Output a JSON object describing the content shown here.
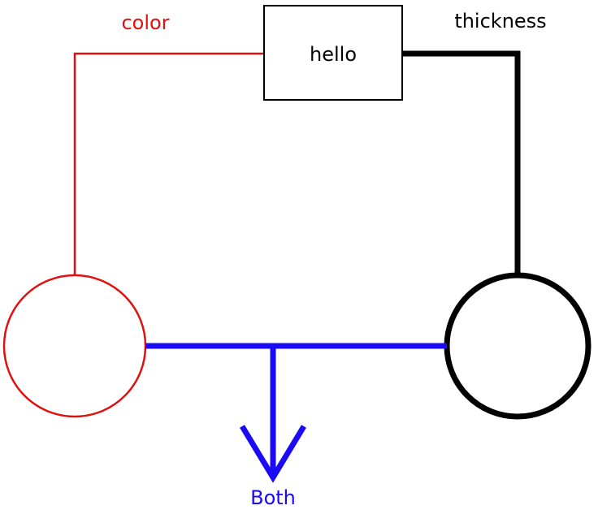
{
  "diagram": {
    "box_label": "hello",
    "left_label": "color",
    "right_label": "thickness",
    "bottom_label": "Both"
  },
  "colors": {
    "red": "#e01010",
    "black": "#000000",
    "blue": "#1a0af5",
    "background": "#ffffff"
  }
}
